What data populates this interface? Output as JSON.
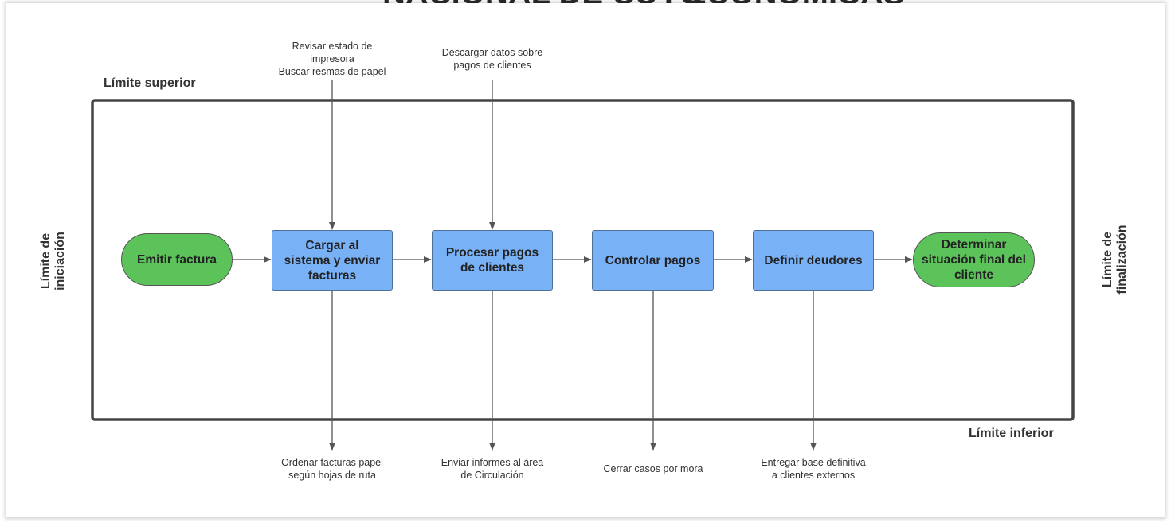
{
  "header_fragments": [
    "NACIONAL DE CUYO",
    "ECONÓMICAS"
  ],
  "boundaries": {
    "top": "Límite superior",
    "bottom": "Límite inferior",
    "start": "Límite de\niniciación",
    "end": "Límite de\nfinalización"
  },
  "nodes": [
    {
      "label": "Emitir factura",
      "kind": "terminal"
    },
    {
      "label": "Cargar al\nsistema y enviar\nfacturas",
      "kind": "process"
    },
    {
      "label": "Procesar pagos\nde clientes",
      "kind": "process"
    },
    {
      "label": "Controlar pagos",
      "kind": "process"
    },
    {
      "label": "Definir deudores",
      "kind": "process"
    },
    {
      "label": "Determinar\nsituación final del\ncliente",
      "kind": "terminal"
    }
  ],
  "inputs": [
    {
      "text": "Revisar estado de\nimpresora\nBuscar resmas de papel",
      "target": 1
    },
    {
      "text": "Descargar datos sobre\npagos de clientes",
      "target": 2
    }
  ],
  "outputs": [
    {
      "text": "Ordenar facturas papel\nsegún hojas de ruta",
      "source": 1
    },
    {
      "text": "Enviar informes al área\nde Circulación",
      "source": 2
    },
    {
      "text": "Cerrar casos por mora",
      "source": 3
    },
    {
      "text": "Entregar base definitiva\na clientes externos",
      "source": 4
    }
  ],
  "colors": {
    "process": "#79b1f7",
    "terminal": "#5cc35a",
    "line": "#555555"
  }
}
